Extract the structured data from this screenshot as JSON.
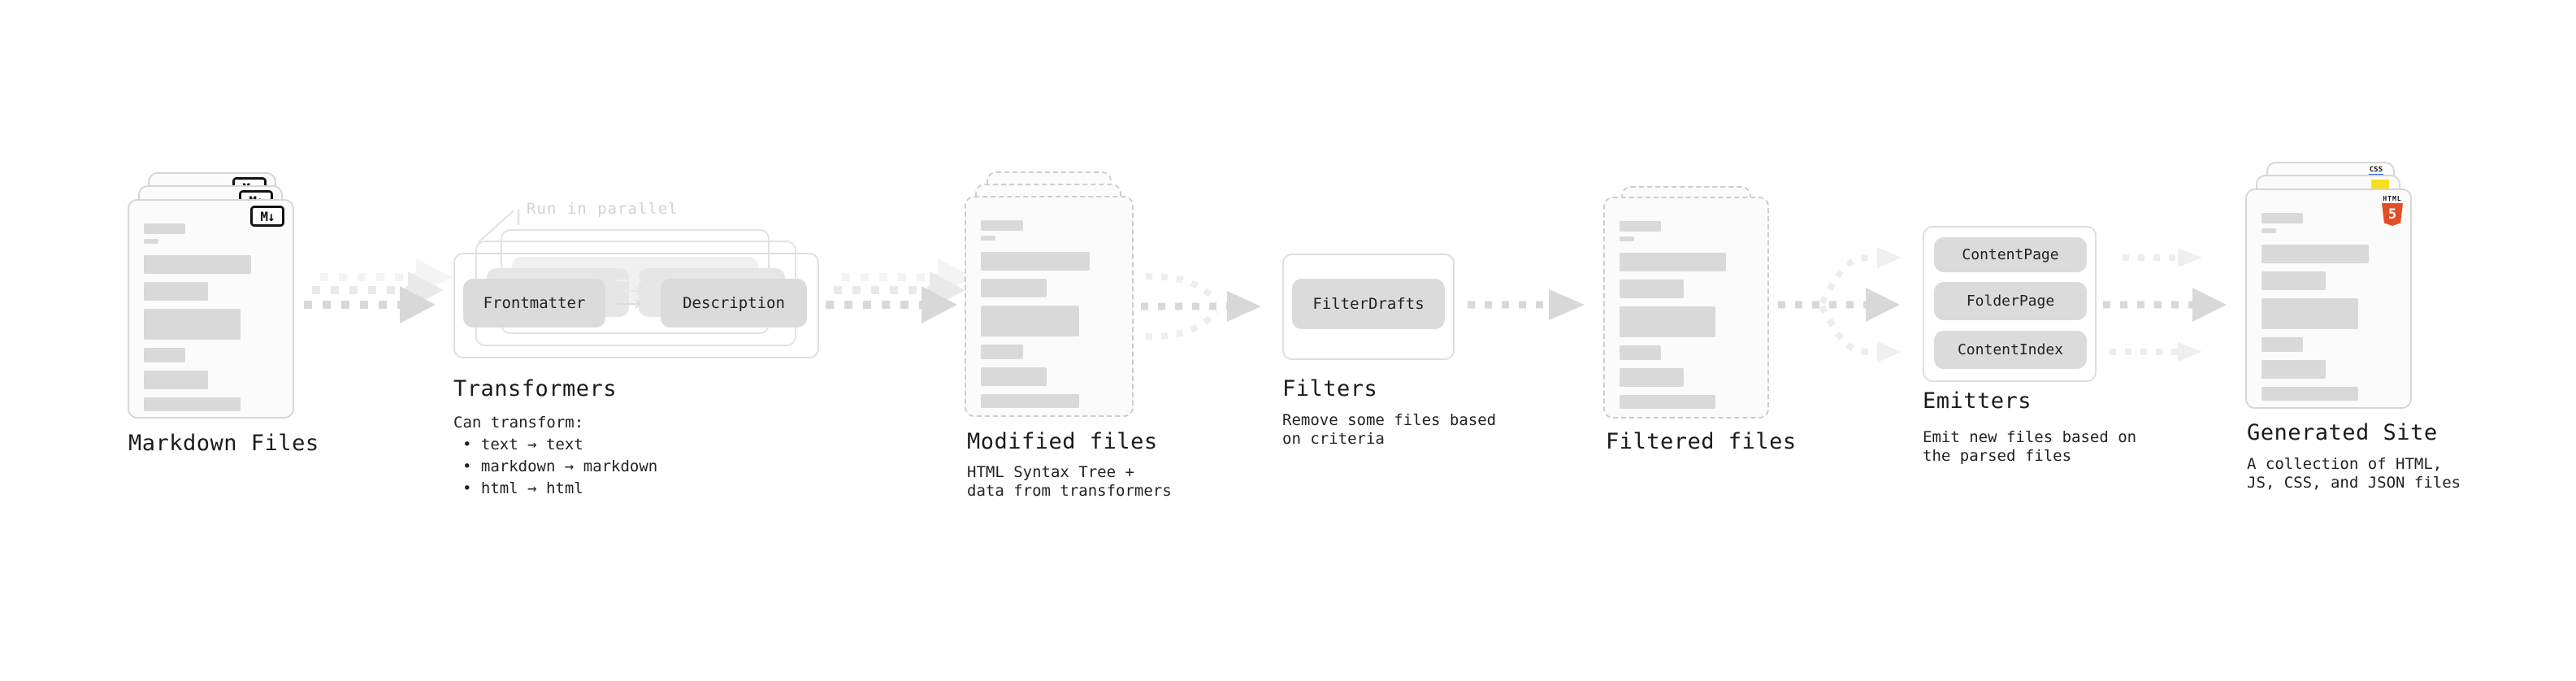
{
  "colors": {
    "html5_orange": "#e44d26",
    "js_yellow": "#f7df1e",
    "css_blue": "#2965f1",
    "skeleton_bar": "#d9d9d9",
    "arrow_gray": "#d8d8d8",
    "text_dark": "#1b1b1b"
  },
  "nodes": {
    "markdown": {
      "label": "Markdown Files",
      "icon_label": "M↓"
    },
    "transformers": {
      "label": "Transformers",
      "note": "Run in parallel",
      "pill_left": "Frontmatter",
      "pill_right": "Description",
      "desc_heading": "Can transform:",
      "bullets": [
        "• text → text",
        "• markdown → markdown",
        "• html → html"
      ]
    },
    "modified": {
      "label": "Modified files",
      "desc": "HTML Syntax Tree +\ndata from transformers"
    },
    "filters": {
      "label": "Filters",
      "pill": "FilterDrafts",
      "desc": "Remove some files based\non criteria"
    },
    "filtered": {
      "label": "Filtered files"
    },
    "emitters": {
      "label": "Emitters",
      "pills": [
        "ContentPage",
        "FolderPage",
        "ContentIndex"
      ],
      "desc": "Emit new files based on\nthe parsed files"
    },
    "generated": {
      "label": "Generated Site",
      "desc": "A collection of HTML,\nJS, CSS, and JSON files",
      "badge_css": "CSS",
      "badge_html": "HTML",
      "badge_five": "5"
    }
  }
}
